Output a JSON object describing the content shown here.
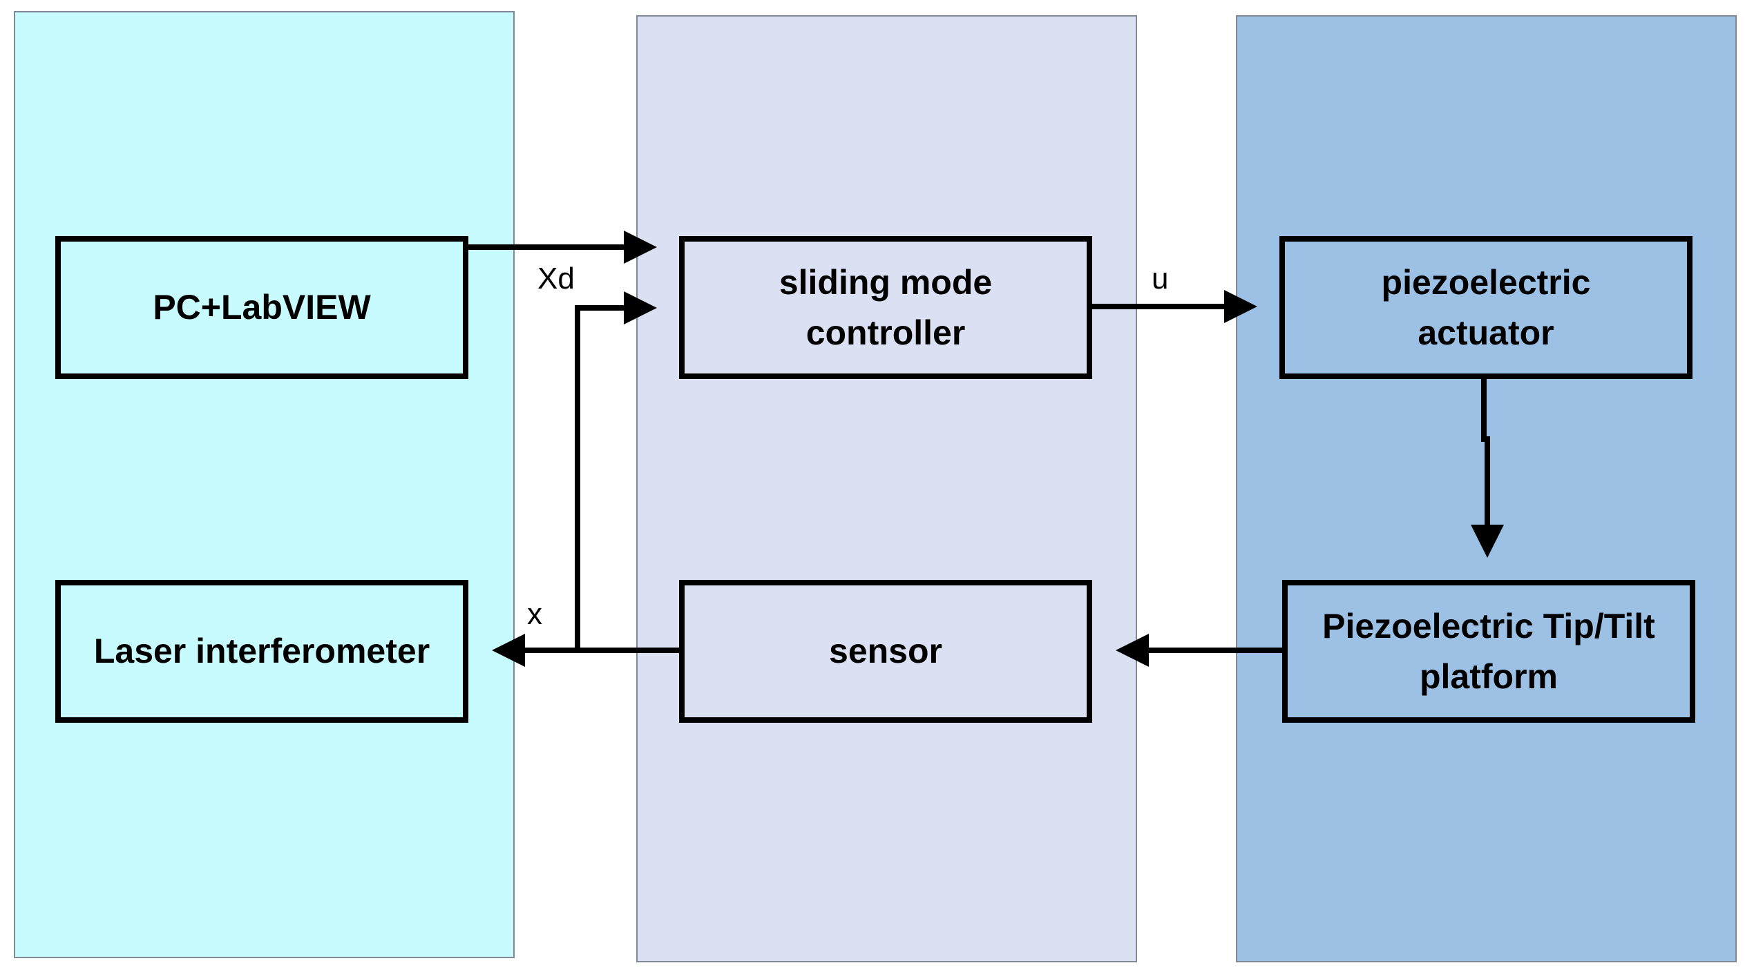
{
  "zones": {
    "left_color": "#c8fbfd",
    "middle_color": "#dbe1f3",
    "right_color": "#9dc1e5"
  },
  "blocks": {
    "pc": "PC+LabVIEW",
    "laser": "Laser interferometer",
    "smc": "sliding mode\ncontroller",
    "sensor": "sensor",
    "actuator": "piezoelectric\nactuator",
    "platform": "Piezoelectric Tip/Tilt\nplatform"
  },
  "signals": {
    "xd": "Xd",
    "u": "u",
    "x": "x"
  }
}
